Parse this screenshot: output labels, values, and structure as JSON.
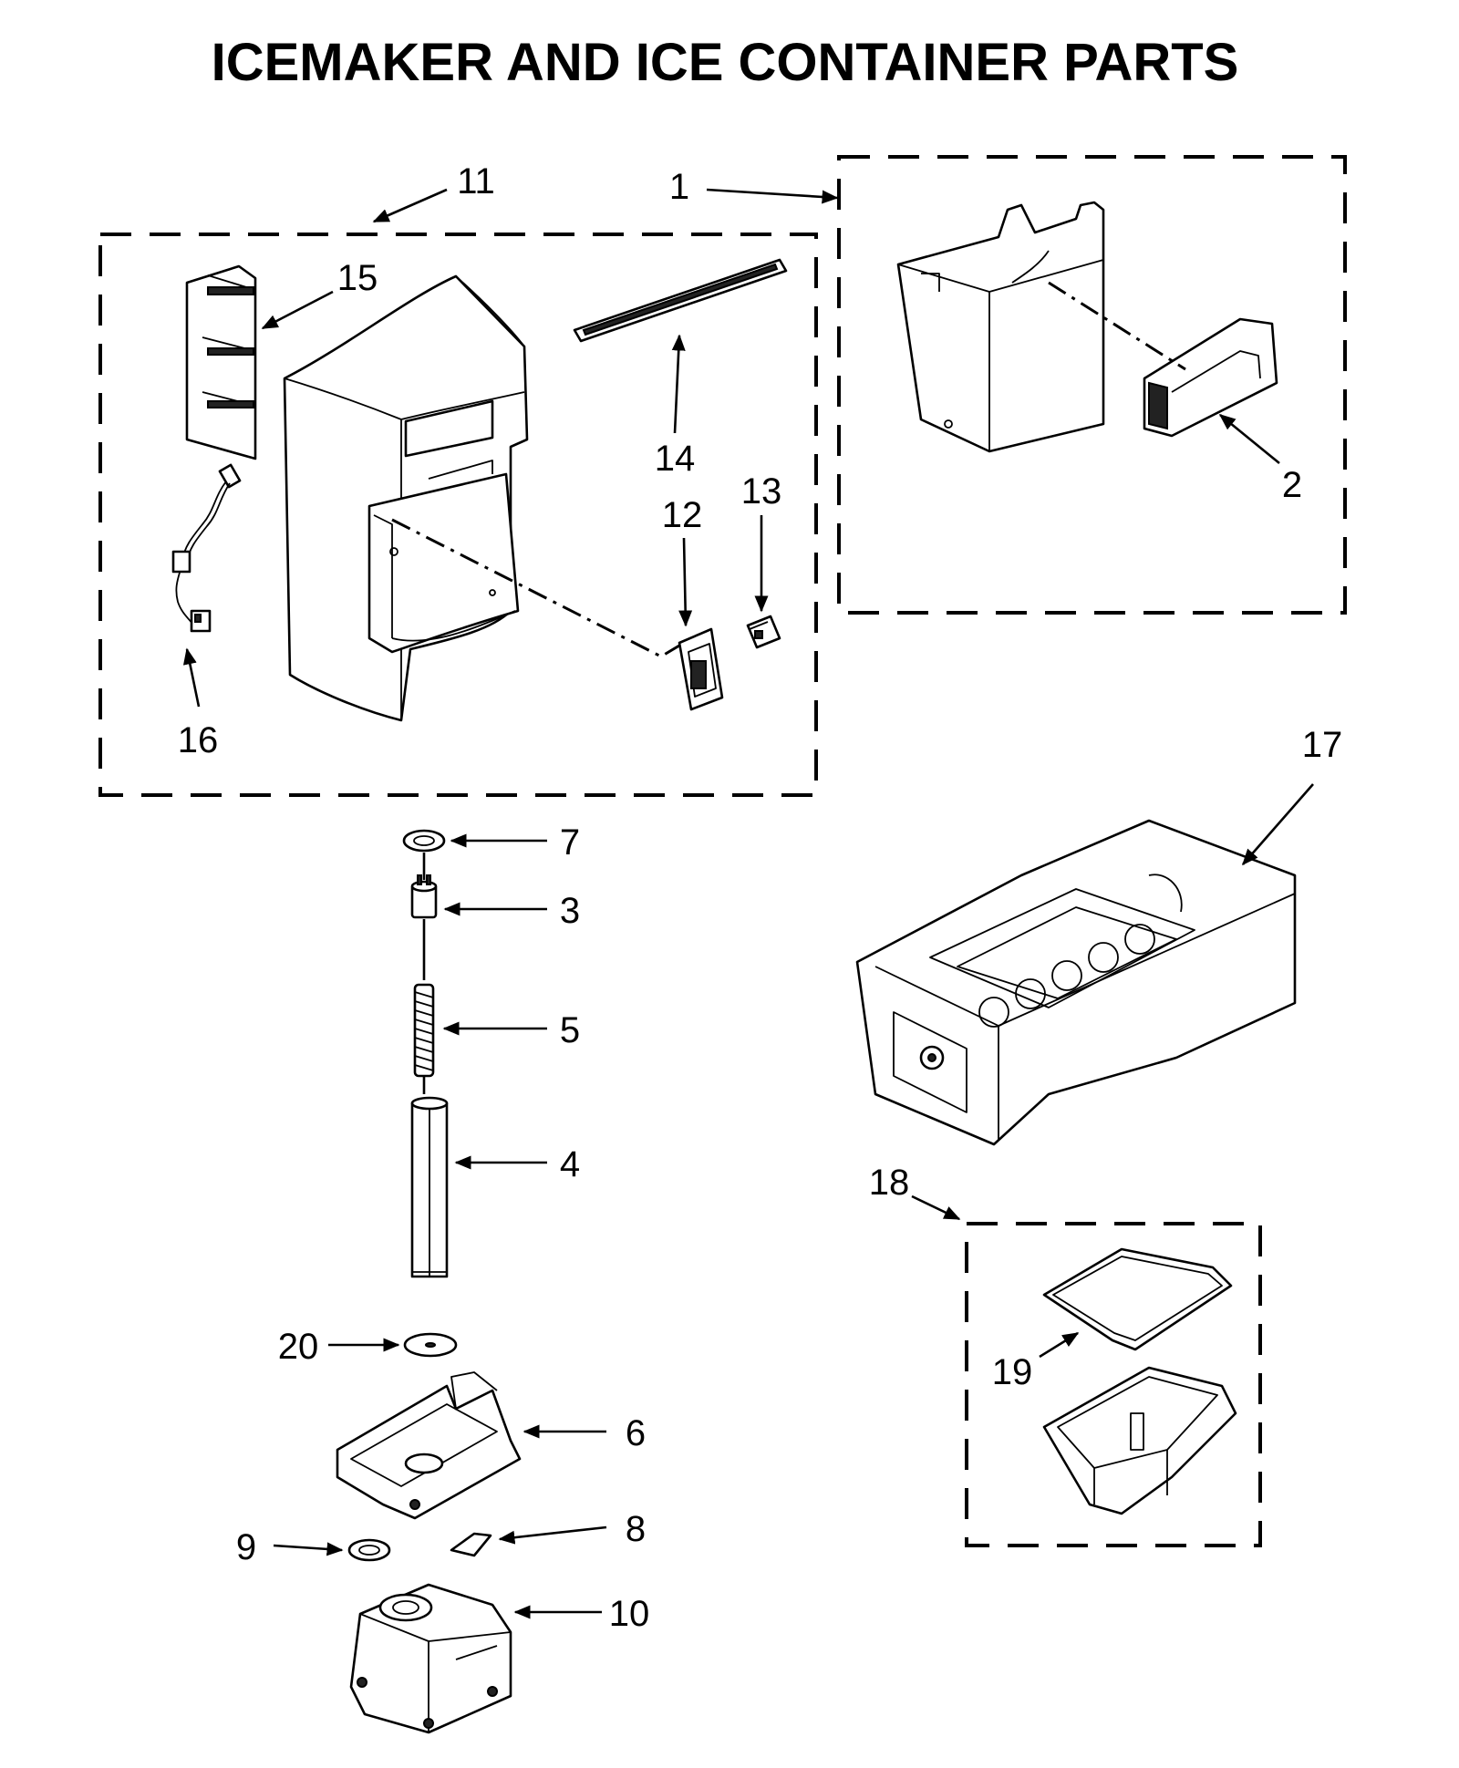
{
  "title": "ICEMAKER AND ICE CONTAINER PARTS",
  "callouts": {
    "c1": "1",
    "c2": "2",
    "c3": "3",
    "c4": "4",
    "c5": "5",
    "c6": "6",
    "c7": "7",
    "c8": "8",
    "c9": "9",
    "c10": "10",
    "c11": "11",
    "c12": "12",
    "c13": "13",
    "c14": "14",
    "c15": "15",
    "c16": "16",
    "c17": "17",
    "c18": "18",
    "c19": "19",
    "c20": "20"
  }
}
